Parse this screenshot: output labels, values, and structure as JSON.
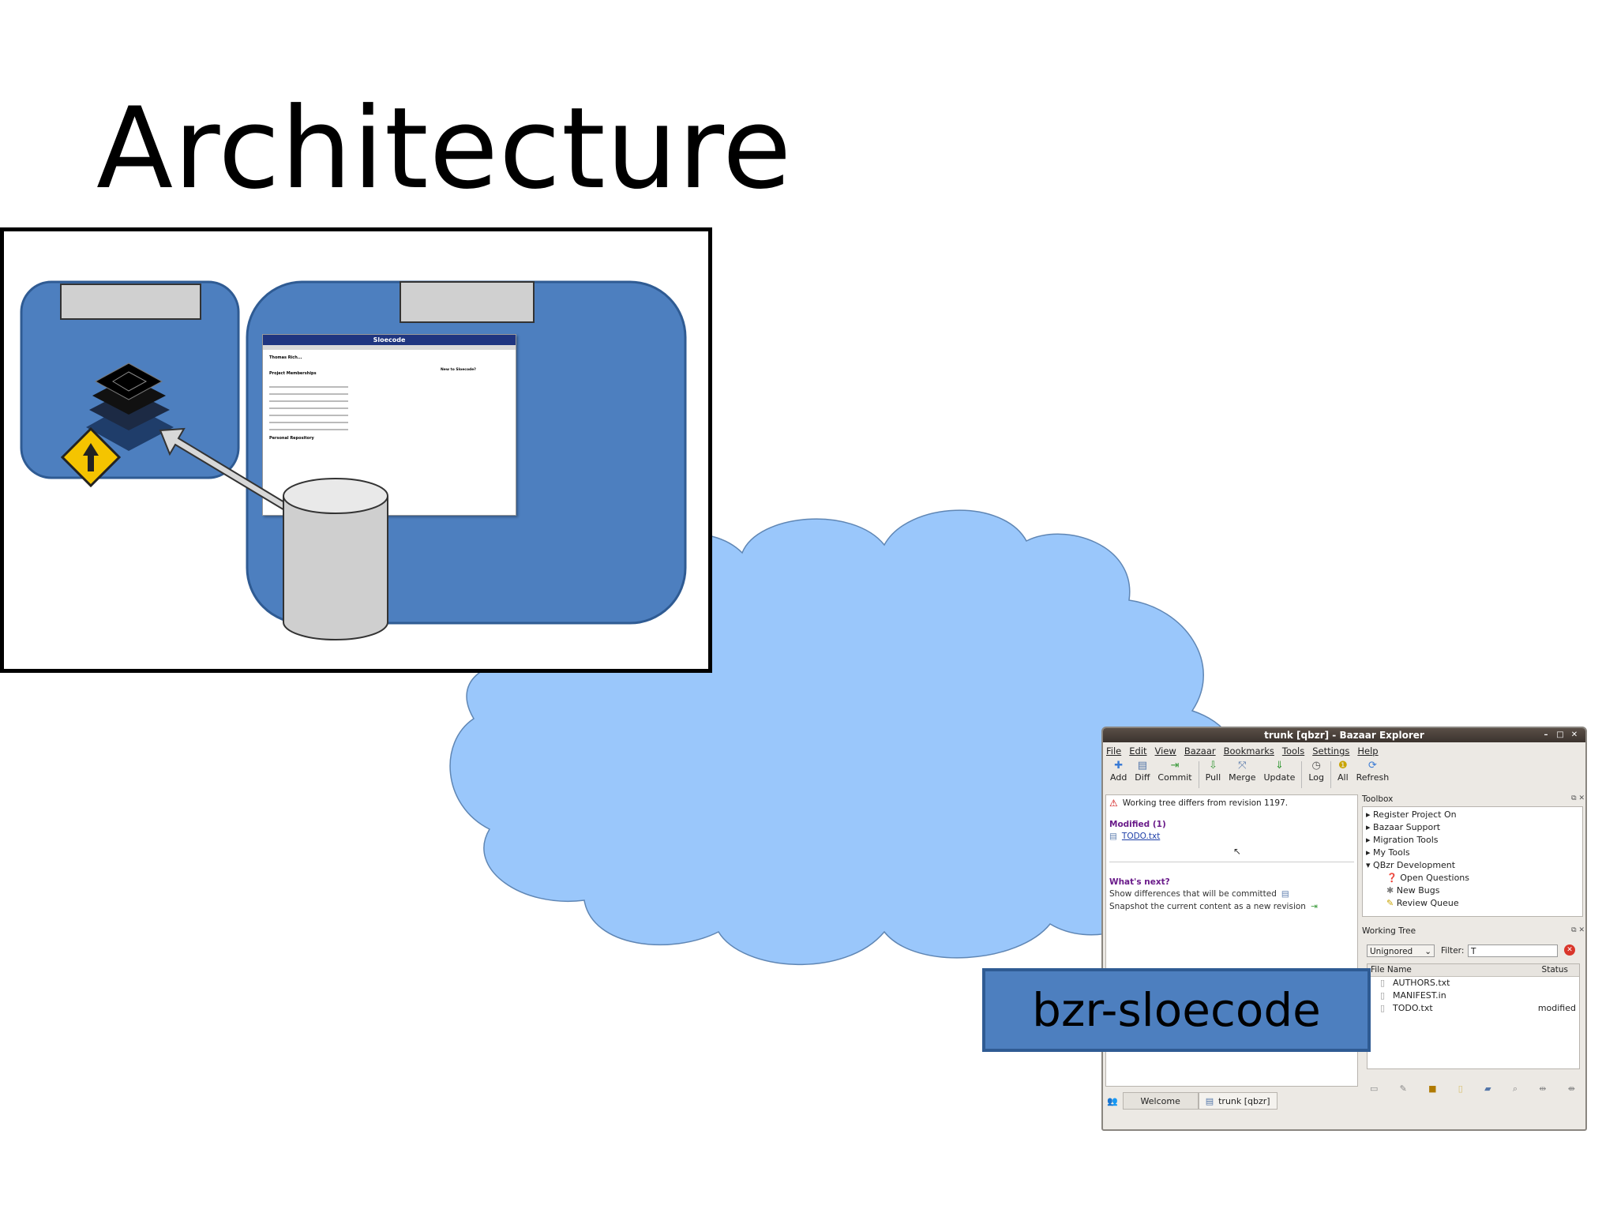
{
  "slide": {
    "title": "Architecture",
    "callout": "bzr-sloecode"
  },
  "colors": {
    "panel_blue": "#4d7fbf",
    "cloud_blue": "#9ac7fb",
    "web_header": "#1f3580"
  },
  "web_screenshot": {
    "header": "Sloecode",
    "user_heading": "Thomas Rich...",
    "memberships_heading": "Project Memberships",
    "repository_heading": "Personal Repository",
    "help_heading": "New to Sloecode?"
  },
  "window": {
    "title": "trunk [qbzr] - Bazaar Explorer",
    "menu": [
      "File",
      "Edit",
      "View",
      "Bazaar",
      "Bookmarks",
      "Tools",
      "Settings",
      "Help"
    ],
    "toolbar": [
      {
        "label": "Add",
        "icon": "add-icon"
      },
      {
        "label": "Diff",
        "icon": "diff-icon"
      },
      {
        "label": "Commit",
        "icon": "commit-icon"
      },
      {
        "label": "Pull",
        "icon": "pull-icon"
      },
      {
        "label": "Merge",
        "icon": "merge-icon"
      },
      {
        "label": "Update",
        "icon": "update-icon"
      },
      {
        "label": "Log",
        "icon": "log-icon"
      },
      {
        "label": "All",
        "icon": "all-icon"
      },
      {
        "label": "Refresh",
        "icon": "refresh-icon"
      }
    ],
    "status": {
      "warning": "Working tree differs from revision 1197.",
      "modified_heading": "Modified (1)",
      "modified_file": "TODO.txt",
      "next_heading": "What's next?",
      "next_diff": "Show differences that will be committed",
      "next_commit": "Snapshot the current content as a new revision"
    },
    "toolbox": {
      "title": "Toolbox",
      "items": [
        "Register Project On",
        "Bazaar Support",
        "Migration Tools",
        "My Tools",
        "QBzr Development"
      ],
      "subitems": [
        "Open Questions",
        "New Bugs",
        "Review Queue"
      ]
    },
    "working_tree": {
      "title": "Working Tree",
      "filter_select": "Unignored",
      "filter_label": "Filter:",
      "filter_value": "T",
      "col_name": "File Name",
      "col_status": "Status",
      "files": [
        {
          "name": "AUTHORS.txt",
          "status": ""
        },
        {
          "name": "MANIFEST.in",
          "status": ""
        },
        {
          "name": "TODO.txt",
          "status": "modified"
        }
      ]
    },
    "tabs": [
      "Welcome",
      "trunk [qbzr]"
    ]
  }
}
